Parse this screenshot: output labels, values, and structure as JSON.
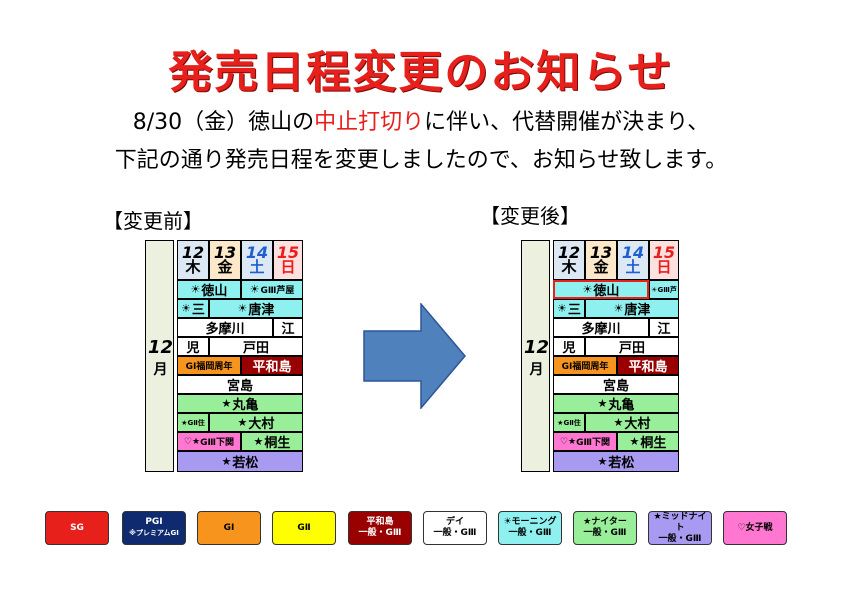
{
  "title": "発売日程変更のお知らせ",
  "notice": {
    "line1_pre": "8/30（金）徳山の",
    "line1_red": "中止打切り",
    "line1_post": "に伴い、代替開催が決まり、",
    "line2": "下記の通り発売日程を変更しましたので、お知らせ致します。"
  },
  "before_label": "【変更前】",
  "after_label": "【変更後】",
  "month": {
    "num": "12",
    "unit": "月"
  },
  "days": [
    {
      "date": "12",
      "dow": "木",
      "bg": "#dde8f5",
      "color": "#000000"
    },
    {
      "date": "13",
      "dow": "金",
      "bg": "#fde9c9",
      "color": "#000000"
    },
    {
      "date": "14",
      "dow": "土",
      "bg": "#dde8f5",
      "color": "#1f5fd0"
    },
    {
      "date": "15",
      "dow": "日",
      "bg": "#fde0e0",
      "color": "#e8201b"
    }
  ],
  "calendar_before": {
    "tokuyama": "徳山",
    "ashiya": "GⅢ芦屋",
    "mikuni": "三",
    "karatsu": "唐津",
    "tamagawa": "多摩川",
    "edogawa": "江",
    "kojima": "児",
    "toda": "戸田",
    "gi_label": "GⅠ福岡周年",
    "heiwajima": "平和島",
    "miyajima": "宮島",
    "marugame": "丸亀",
    "sumi_g2": "GⅡ住",
    "omura": "大村",
    "shimonoseki": "GⅢ下関",
    "kiryu": "桐生",
    "wakamatsu": "若松"
  },
  "calendar_after": {
    "tokuyama": "徳山",
    "ashiya": "GⅢ芦",
    "mikuni": "三",
    "karatsu": "唐津",
    "tamagawa": "多摩川",
    "edogawa": "江",
    "kojima": "児",
    "toda": "戸田",
    "gi_label": "GⅠ福岡周年",
    "heiwajima": "平和島",
    "miyajima": "宮島",
    "marugame": "丸亀",
    "sumi_g2": "GⅡ住",
    "omura": "大村",
    "shimonoseki": "GⅢ下関",
    "kiryu": "桐生",
    "wakamatsu": "若松"
  },
  "legend": [
    {
      "line1": "SG",
      "line2": "",
      "bg": "#e8201b",
      "color": "#ffffff"
    },
    {
      "line1": "PGⅠ",
      "line2": "※プレミアムGⅠ",
      "bg": "#0f2a6e",
      "color": "#ffffff"
    },
    {
      "line1": "GⅠ",
      "line2": "",
      "bg": "#f7941d",
      "color": "#000000"
    },
    {
      "line1": "GⅡ",
      "line2": "",
      "bg": "#ffff00",
      "color": "#000000"
    },
    {
      "line1": "平和島",
      "line2": "一般・GⅢ",
      "bg": "#990000",
      "color": "#ffffff"
    },
    {
      "line1": "デイ",
      "line2": "一般・GⅢ",
      "bg": "#ffffff",
      "color": "#000000"
    },
    {
      "line1": "☀モーニング",
      "line2": "一般・GⅢ",
      "bg": "#8ff0f0",
      "color": "#000000"
    },
    {
      "line1": "★ナイター",
      "line2": "一般・GⅢ",
      "bg": "#99ee99",
      "color": "#000000"
    },
    {
      "line1": "★ミッドナイト",
      "line2": "一般・GⅢ",
      "bg": "#a89af0",
      "color": "#000000"
    },
    {
      "line1": "♡女子戦",
      "line2": "",
      "bg": "#ff77d0",
      "color": "#000000"
    }
  ],
  "icons": {
    "sun": "sun-icon",
    "star": "star-icon",
    "heart": "heart-icon",
    "arrow": "right-arrow-icon"
  },
  "colors": {
    "accent_red": "#e8201b",
    "highlight_border": "#e8201b",
    "arrow_fill": "#4f81bd"
  }
}
